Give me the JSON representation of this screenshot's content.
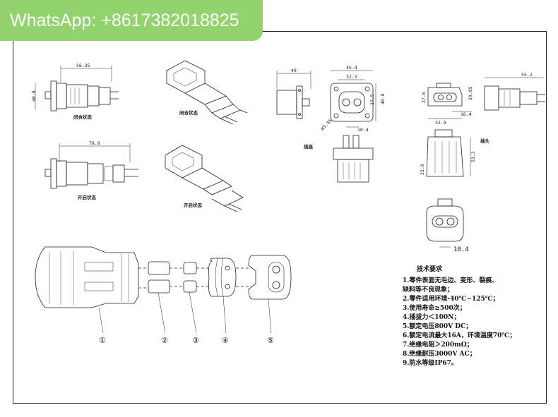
{
  "banner": {
    "text": "WhatsApp: +8617382018825",
    "color": "#92d36e"
  },
  "dimensions": {
    "closed_width": "56.35",
    "closed_height": "40.8",
    "open_width": "78.9",
    "socket_depth": "49",
    "socket_width": "45.4",
    "socket_inner": "32.3",
    "socket_height": "40.8",
    "socket_inner_h": "27.5",
    "socket_hole": "ø5.55",
    "socket_pin": "10.4",
    "plug_width": "55.2",
    "plug_h1": "27.6",
    "plug_h2": "29.85",
    "plug_d1": "16.4",
    "plug_w2": "32.9",
    "plug_side_h1": "23.0",
    "plug_side_h2": "53.3",
    "plug_face_w": "10.4"
  },
  "captions": {
    "closed_state_1": "闭合状态",
    "closed_state_2": "闭合状态",
    "open_state_1": "开启状态",
    "open_state_2": "开启状态",
    "socket": "插座",
    "plug": "插头"
  },
  "parts": [
    "①",
    "②",
    "③",
    "④",
    "⑤"
  ],
  "requirements": {
    "title": "技术要求",
    "items": [
      "1.零件表面无毛边、变形、裂痕、",
      "缺料等不良现象；",
      "2.零件适用环境-40℃~125℃；",
      "3.使用寿命≥500次；",
      "4.插拔力＜100N；",
      "5.额定电压800V DC；",
      "6.额定电流最大16A，环境温度70℃；",
      "7.绝缘电阻＞200mΩ；",
      "8.绝缘耐压3000V AC；",
      "9.防水等级IP67。"
    ]
  }
}
